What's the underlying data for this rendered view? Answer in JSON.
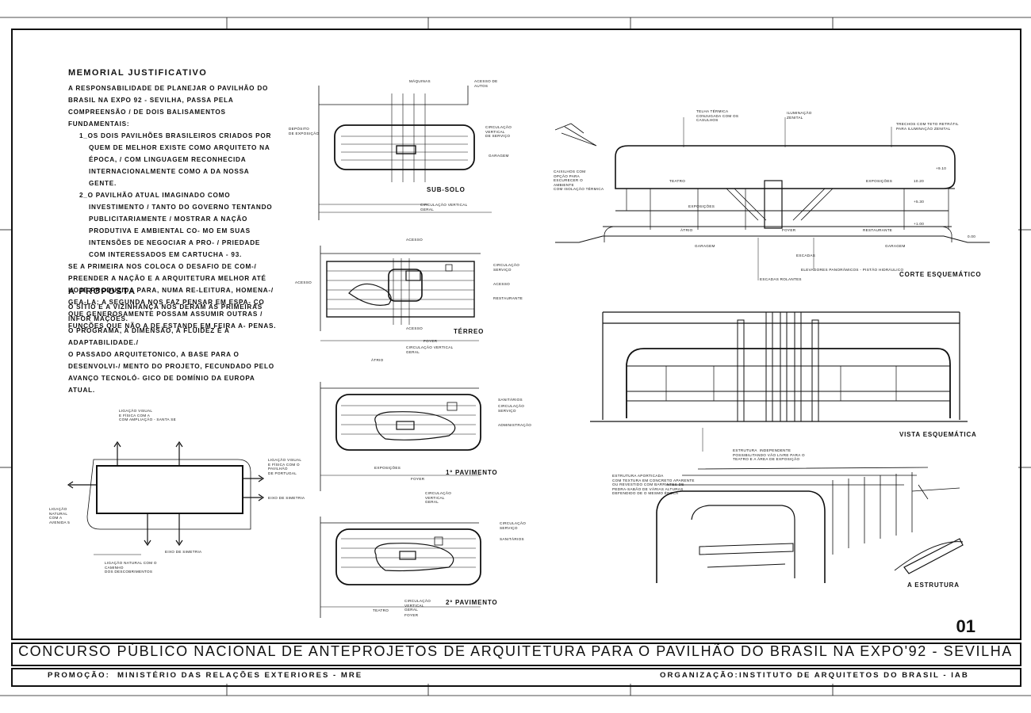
{
  "memorial": {
    "title": "MEMORIAL  JUSTIFICATIVO",
    "intro": "A RESPONSABILIDADE DE PLANEJAR O PAVILHÃO DO BRASIL NA EXPO 92 - SEVILHA, PASSA PELA COMPREENSÃO / DE DOIS BALISAMENTOS FUNDAMENTAIS:",
    "item1": "1_OS DOIS PAVILHÕES BRASILEIROS CRIADOS POR QUEM DE MELHOR EXISTE COMO ARQUITETO NA ÉPOCA, / COM LINGUAGEM RECONHECIDA INTERNACIONALMENTE COMO A DA NOSSA GENTE.",
    "item2": "2_O PAVILHÃO ATUAL IMAGINADO COMO INVESTIMENTO / TANTO DO GOVERNO TENTANDO PUBLICITARIAMENTE / MOSTRAR A NAÇÃO PRODUTIVA E AMBIENTAL CO- MO EM SUAS INTENSÕES DE NEGOCIAR A PRO- / PRIEDADE COM INTERESSADOS EM CARTUCHA - 93.",
    "closing": "SE A PRIMEIRA NOS COLOCA O DESAFIO DE COM-/ PREENDER A NAÇÃO E A ARQUITETURA MELHOR ATÉ HOJE PRODUZIDA PARA, NUMA RE-LEITURA, HOMENA-/ GEA-LA; A SEGUNDA NOS FAZ PENSAR EM ESPA- ÇO QUE GENEROSAMENTE POSSAM ASSUMIR OUTRAS / FUNÇÕES QUE NÃO A DE ESTANDE EM FEIRA A- PENAS."
  },
  "proposta": {
    "title": "A  PROPOSTA",
    "line1": "O SÍTIO E A VIZINHANÇA NOS DERAM AS PRIMEIRAS INFOR MAÇÕES.",
    "line2": "O PROGRAMA, A DIMENSÃO, A FLUIDEZ E A ADAPTABILIDADE./",
    "line3": "O PASSADO ARQUITETONICO, A BASE PARA O DESENVOLVI-/ MENTO DO PROJETO, FECUNDADO PELO AVANÇO TECNOLÓ- GICO DE DOMÍNIO DA EUROPA ATUAL."
  },
  "site_diagram": {
    "note_top": "LIGAÇÃO VISUAL\nE FÍSICA COM A\nCOM AMPLIAÇÃO - SANTA SE",
    "note_right": "LIGAÇÃO VISUAL\nE FÍSICA COM O\nPAVILHÃO\nDE PORTUGAL",
    "eixo_right": "EIXO DE SIMETRIA",
    "note_bottom": "LIGAÇÃO NATURAL COM O\nCAMINHO\nDOS DESCOBRIMENTOS",
    "eixo_bottom": "EIXO DE SIMETRIA",
    "note_left": "LIGAÇÃO\nNATURAL\nCOM A\nAVENIDA 5"
  },
  "plans": {
    "subsolo": {
      "title": "SUB-SOLO",
      "notes": [
        "MÁQUINAS",
        "ACESSO DE\nAUTOS",
        "DEPÓSITO\nDE EXPOSIÇÃO",
        "CIRCULAÇÃO\nVERTICAL\nDE SERVIÇO",
        "GARAGEM",
        "CIRCULAÇÃO VERTICAL\nGERAL"
      ]
    },
    "terreo": {
      "title": "TÉRREO",
      "notes": [
        "ACESSO",
        "ACESSO",
        "CIRCULAÇÃO\nSERVIÇO",
        "ACESSO",
        "RESTAURANTE",
        "ACESSO",
        "FOYER",
        "CIRCULAÇÃO VERTICAL\nGERAL",
        "ÁTRIO"
      ]
    },
    "pav1": {
      "title": "1º PAVIMENTO",
      "notes": [
        "SANITÁRIOS",
        "CIRCULAÇÃO\nSERVIÇO",
        "ADMINISTRAÇÃO",
        "EXPOSIÇÕES",
        "FOYER",
        "CIRCULAÇÃO\nVERTICAL\nGERAL"
      ]
    },
    "pav2": {
      "title": "2º PAVIMENTO",
      "notes": [
        "CIRCULAÇÃO\nSERVIÇO",
        "SANITÁRIOS",
        "TEATRO",
        "CIRCULAÇÃO\nVERTICAL\nGERAL",
        "FOYER"
      ]
    }
  },
  "corte": {
    "title": "CORTE  ESQUEMÁTICO",
    "notes": [
      "TELHA TÉRMICA\nCONJUGADA COM OS\nCASULHOS",
      "ILUMINAÇÃO\nZENITAL",
      "TRECHOS COM TETO RETRÁTIL\nPARA ILUMINAÇÃO ZENITAL",
      "CAIXILHOS COM\nOPÇÃO PARA\nESCURECER O\nAMBIENTE\nCOM ISOLAÇÃO TÉRMICA",
      "TEATRO",
      "EXPOSIÇÕES",
      "EXPOSIÇÕES",
      "ÁTRIO",
      "FOYER",
      "RESTAURANTE",
      "GARAGEM",
      "GARAGEM",
      "ESCADAS",
      "ELEVADORES PANORÂMICOS - PISTÃO HIDRÁULICO",
      "ESCADAS ROLANTES"
    ],
    "levels": [
      "10.20",
      "+5.30",
      "0.00",
      "+9.10",
      "+1.00"
    ]
  },
  "vista": {
    "title": "VISTA  ESQUEMÁTICA",
    "notes": [
      "ESTRUTURA  INDEPENDENTE\nPOSSIBILITANDO VÃO LIVRE PARA O\nTEATRO E A ÁREA DE EXPOSIÇÃO"
    ]
  },
  "estrutura": {
    "title": "A  ESTRUTURA",
    "notes": [
      "ESTRUTURA APORTICADA\nCOM TEXTURA EM CONCRETO APARENTE\nOU REVESTIDO COM BARRINTES DE\nPEDRA-SABÃO DE VÁRIAS ALTURAS\nDEFENDIDO DE O MESMO ÉPOCA"
    ]
  },
  "sheet_number": "01",
  "title_block": {
    "main": "CONCURSO  PÚBLICO  NACIONAL  DE  ANTEPROJETOS  DE  ARQUITETURA  PARA  O  PAVILHÃO   DO  BRASIL  NA  EXPO'92 - SEVILHA",
    "promocao_label": "PROMOÇÃO:",
    "promocao_value": "MINISTÉRIO   DAS  RELAÇÕES   EXTERIORES  -  MRE",
    "organizacao_label": "ORGANIZAÇÃO:",
    "organizacao_value": "INSTITUTO   DE   ARQUITETOS   DO   BRASIL  -  IAB"
  }
}
